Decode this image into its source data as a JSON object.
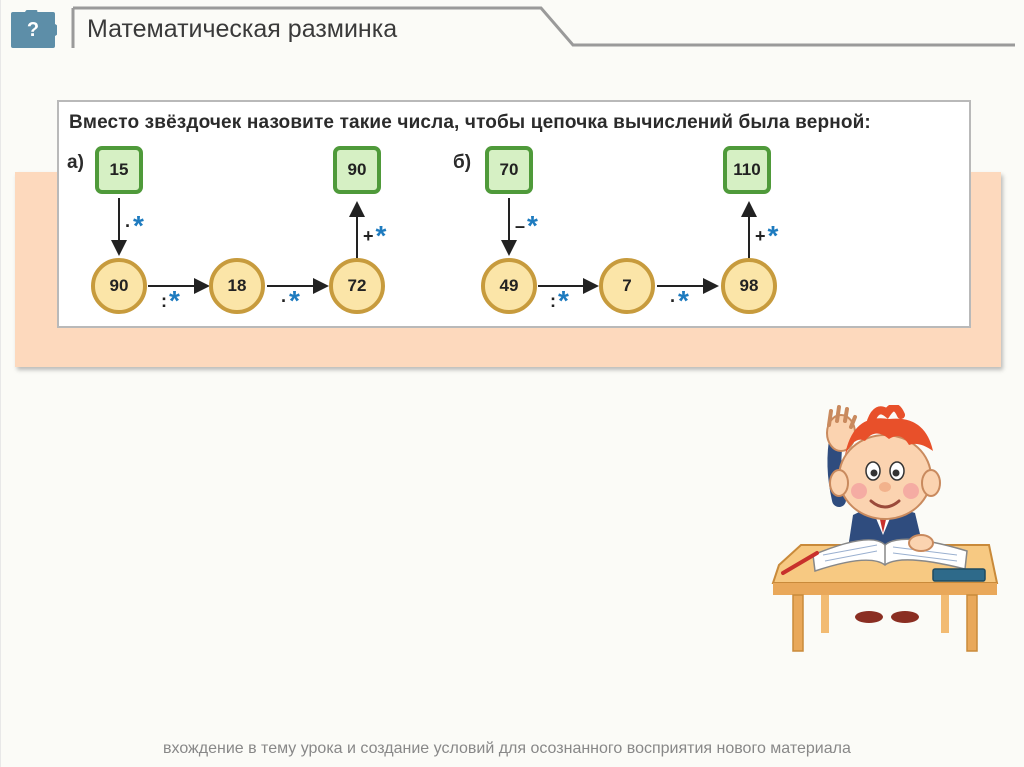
{
  "header": {
    "title": "Математическая разминка",
    "help_symbol": "?"
  },
  "task": {
    "instruction": "Вместо звёздочек назовите такие числа, чтобы цепочка вычислений была верной:",
    "chain_a": {
      "label": "а)",
      "start": "15",
      "end": "90",
      "nodes": [
        "90",
        "18",
        "72"
      ],
      "ops": [
        {
          "sym": "·",
          "star": "*"
        },
        {
          "sym": ":",
          "star": "*"
        },
        {
          "sym": "·",
          "star": "*"
        },
        {
          "sym": "+",
          "star": "*"
        }
      ]
    },
    "chain_b": {
      "label": "б)",
      "start": "70",
      "end": "110",
      "nodes": [
        "49",
        "7",
        "98"
      ],
      "ops": [
        {
          "sym": "–",
          "star": "*"
        },
        {
          "sym": ":",
          "star": "*"
        },
        {
          "sym": "·",
          "star": "*"
        },
        {
          "sym": "+",
          "star": "*"
        }
      ]
    }
  },
  "footer": {
    "caption": "вхождение в тему урока и создание условий для осознанного восприятия нового материала"
  },
  "colors": {
    "peach": "#fdd9bd",
    "square_fill": "#d6f0c4",
    "square_border": "#4f9a3a",
    "circle_fill": "#fbe5a8",
    "circle_border": "#c79b3d",
    "star": "#1e7bbf"
  }
}
